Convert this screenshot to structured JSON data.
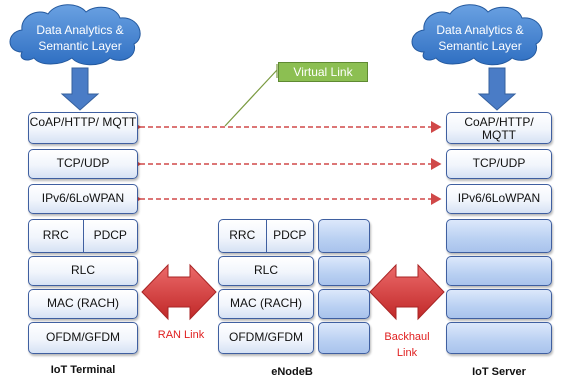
{
  "clouds": {
    "left": "Data Analytics & Semantic Layer",
    "right": "Data Analytics & Semantic Layer"
  },
  "virtual_link": "Virtual Link",
  "terminal": {
    "coap": "CoAP/HTTP/ MQTT",
    "tcp": "TCP/UDP",
    "ipv6": "IPv6/6LoWPAN",
    "rrc": "RRC",
    "pdcp": "PDCP",
    "rlc": "RLC",
    "mac": "MAC (RACH)",
    "ofdm": "OFDM/GFDM",
    "caption": "IoT Terminal"
  },
  "enodeb": {
    "rrc": "RRC",
    "pdcp": "PDCP",
    "rlc": "RLC",
    "mac": "MAC (RACH)",
    "ofdm": "OFDM/GFDM",
    "caption": "eNodeB"
  },
  "server": {
    "coap": "CoAP/HTTP/ MQTT",
    "tcp": "TCP/UDP",
    "ipv6": "IPv6/6LoWPAN",
    "caption": "IoT Server"
  },
  "links": {
    "ran": "RAN Link",
    "backhaul": "Backhaul Link"
  },
  "colors": {
    "cloud": "#3d7fd0",
    "arrow_blue": "#4a7cc6",
    "red_arrow": "#d43a3a",
    "dashed": "#d04848",
    "virtual_link_bg": "#8cbf52",
    "layer_border": "#3f5fa0"
  }
}
